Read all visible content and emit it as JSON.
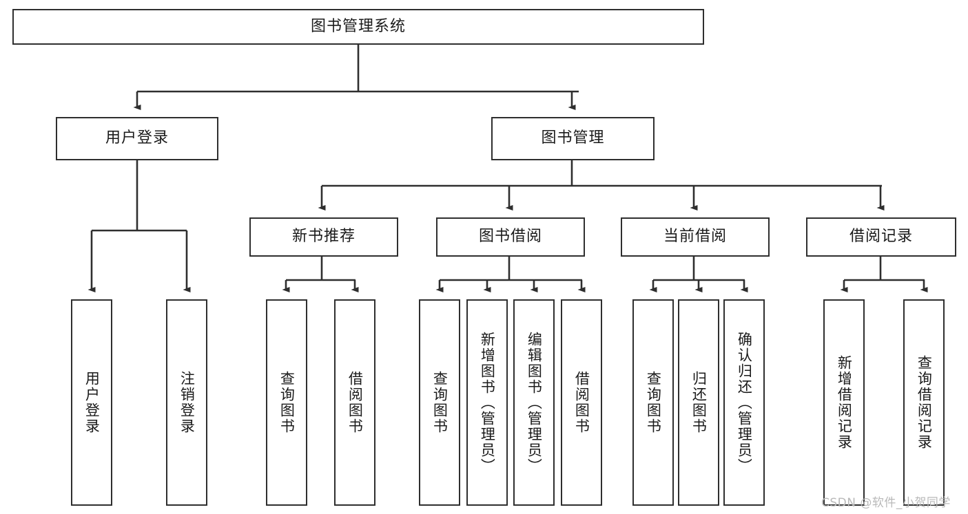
{
  "diagram": {
    "title": "图书管理系统",
    "type": "hierarchy-tree",
    "background_color": "#ffffff",
    "line_color": "#2e2e2e",
    "text_color": "#1a1a1a"
  },
  "root": {
    "label": "图书管理系统"
  },
  "level2": [
    {
      "label": "用户登录"
    },
    {
      "label": "图书管理"
    }
  ],
  "level3": [
    {
      "label": "新书推荐"
    },
    {
      "label": "图书借阅"
    },
    {
      "label": "当前借阅"
    },
    {
      "label": "借阅记录"
    }
  ],
  "leaves": {
    "user_login": [
      {
        "label": "用户登录"
      },
      {
        "label": "注销登录"
      }
    ],
    "new_book": [
      {
        "label": "查询图书"
      },
      {
        "label": "借阅图书"
      }
    ],
    "book_borrow": [
      {
        "label": "查询图书"
      },
      {
        "label": "新增图书（管理员）"
      },
      {
        "label": "编辑图书（管理员）"
      },
      {
        "label": "借阅图书"
      }
    ],
    "current_borrow": [
      {
        "label": "查询图书"
      },
      {
        "label": "归还图书"
      },
      {
        "label": "确认归还（管理员）"
      }
    ],
    "borrow_record": [
      {
        "label": "新增借阅记录"
      },
      {
        "label": "查询借阅记录"
      }
    ]
  },
  "watermark": {
    "text": "CSDN @软件_小贺同学",
    "color": "#b9b9b9"
  }
}
